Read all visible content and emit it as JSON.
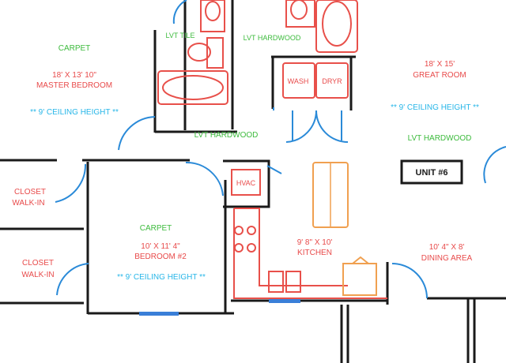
{
  "colors": {
    "wall": "#1a1a1a",
    "fixture": "#e8504a",
    "material": "#3dbb3d",
    "room": "#e84a4a",
    "ceiling": "#27b6e8",
    "door": "#2a8ad8",
    "window": "#3a7fd8",
    "appliance": "#f0a050"
  },
  "labels": {
    "bath_floor": "LVT TILE",
    "hall_floor_top": "LVT HARDWOOD",
    "master_floor": "CARPET",
    "master_size": "18' X 13' 10\"",
    "master_name": "MASTER BEDROOM",
    "master_ceiling": "** 9' CEILING HEIGHT **",
    "great_size": "18' X 15'",
    "great_name": "GREAT ROOM",
    "great_ceiling": "** 9' CEILING HEIGHT **",
    "great_floor": "LVT HARDWOOD",
    "wash": "WASH",
    "dryer": "DRYR",
    "hall_floor": "LVT HARDWOOD",
    "unit": "UNIT #6",
    "hvac": "HVAC",
    "closet_1_a": "CLOSET",
    "closet_1_b": "WALK-IN",
    "closet_2_a": "CLOSET",
    "closet_2_b": "WALK-IN",
    "bed2_floor": "CARPET",
    "bed2_size": "10' X 11' 4\"",
    "bed2_name": "BEDROOM #2",
    "bed2_ceiling": "** 9' CEILING HEIGHT **",
    "kitchen_size": "9' 8\" X 10'",
    "kitchen_name": "KITCHEN",
    "dining_size": "10' 4\" X 8'",
    "dining_name": "DINING AREA"
  }
}
